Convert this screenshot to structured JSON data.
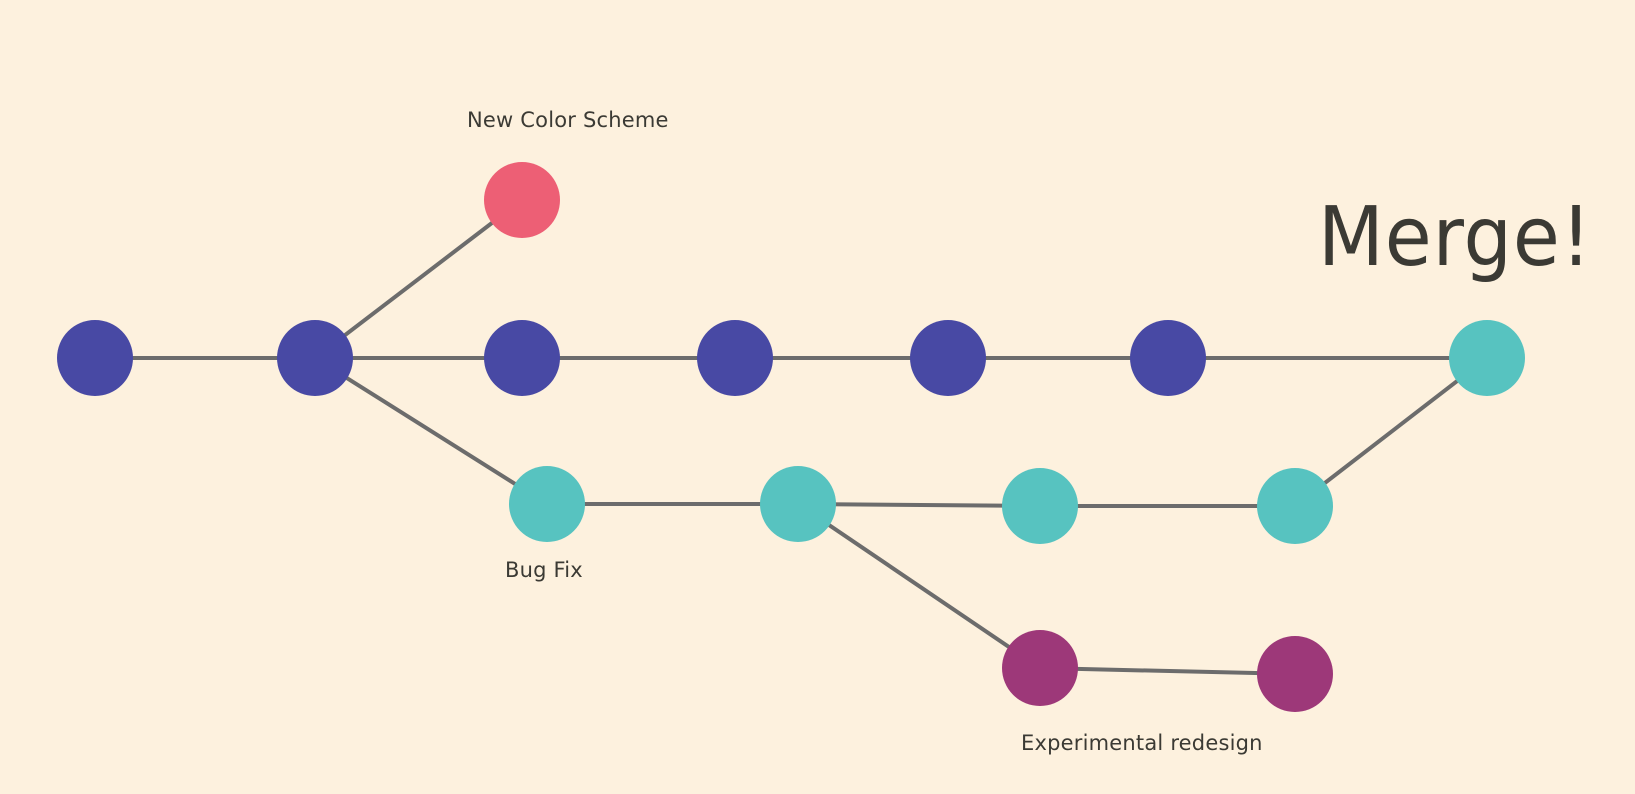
{
  "title": "Merge!",
  "colors": {
    "background": "#fdf1de",
    "edge": "#6c6c6c",
    "text": "#3b3a34",
    "main_branch": "#4849a4",
    "bugfix_branch": "#57c3c0",
    "color_scheme_branch": "#ed5f75",
    "experimental_branch": "#9d3879"
  },
  "branches": [
    {
      "id": "main",
      "color": "main_branch"
    },
    {
      "id": "color_scheme",
      "label": "New Color Scheme",
      "color": "color_scheme_branch"
    },
    {
      "id": "bugfix",
      "label": "Bug Fix",
      "color": "bugfix_branch"
    },
    {
      "id": "experimental",
      "label": "Experimental redesign",
      "color": "experimental_branch"
    }
  ],
  "commits": [
    {
      "id": "m1",
      "branch": "main",
      "color": "main_branch"
    },
    {
      "id": "m2",
      "branch": "main",
      "color": "main_branch"
    },
    {
      "id": "m3",
      "branch": "main",
      "color": "main_branch"
    },
    {
      "id": "m4",
      "branch": "main",
      "color": "main_branch"
    },
    {
      "id": "m5",
      "branch": "main",
      "color": "main_branch"
    },
    {
      "id": "m6",
      "branch": "main",
      "color": "main_branch"
    },
    {
      "id": "merge",
      "branch": "main",
      "color": "bugfix_branch"
    },
    {
      "id": "c1",
      "branch": "color_scheme",
      "color": "color_scheme_branch"
    },
    {
      "id": "b1",
      "branch": "bugfix",
      "color": "bugfix_branch"
    },
    {
      "id": "b2",
      "branch": "bugfix",
      "color": "bugfix_branch"
    },
    {
      "id": "b3",
      "branch": "bugfix",
      "color": "bugfix_branch"
    },
    {
      "id": "b4",
      "branch": "bugfix",
      "color": "bugfix_branch"
    },
    {
      "id": "e1",
      "branch": "experimental",
      "color": "experimental_branch"
    },
    {
      "id": "e2",
      "branch": "experimental",
      "color": "experimental_branch"
    }
  ],
  "edges": [
    [
      "m1",
      "m2"
    ],
    [
      "m2",
      "m3"
    ],
    [
      "m3",
      "m4"
    ],
    [
      "m4",
      "m5"
    ],
    [
      "m5",
      "m6"
    ],
    [
      "m6",
      "merge"
    ],
    [
      "m2",
      "c1"
    ],
    [
      "m2",
      "b1"
    ],
    [
      "b1",
      "b2"
    ],
    [
      "b2",
      "b3"
    ],
    [
      "b3",
      "b4"
    ],
    [
      "b4",
      "merge"
    ],
    [
      "b2",
      "e1"
    ],
    [
      "e1",
      "e2"
    ]
  ]
}
